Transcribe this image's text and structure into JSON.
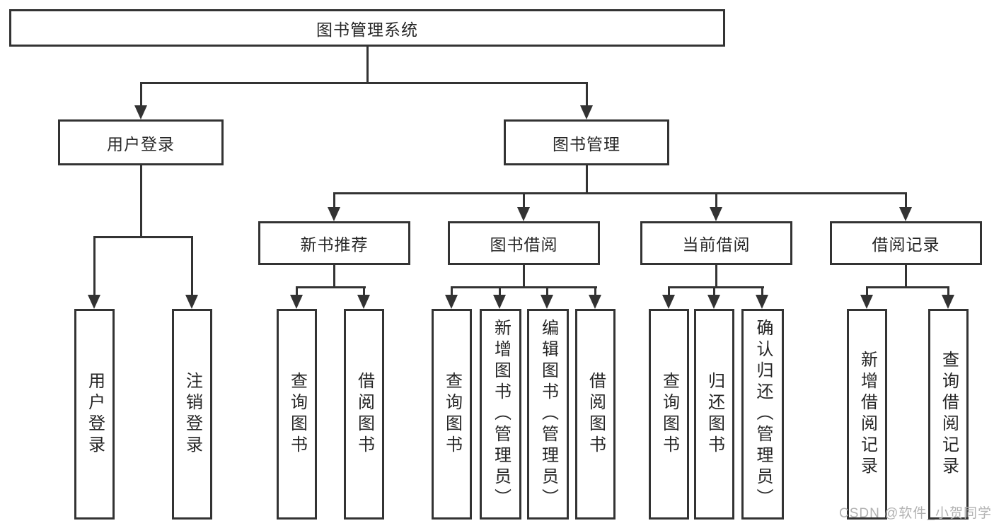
{
  "colors": {
    "line": "#333333",
    "box_border": "#333333",
    "box_fill": "#ffffff",
    "text": "#262626",
    "watermark": "#b2b2b2"
  },
  "diagram": {
    "root": {
      "label": "图书管理系统"
    },
    "branches": [
      {
        "label": "用户登录",
        "children": [
          {
            "label": "用户登录"
          },
          {
            "label": "注销登录"
          }
        ]
      },
      {
        "label": "图书管理",
        "children": [
          {
            "label": "新书推荐",
            "children": [
              {
                "label": "查询图书"
              },
              {
                "label": "借阅图书"
              }
            ]
          },
          {
            "label": "图书借阅",
            "children": [
              {
                "label": "查询图书"
              },
              {
                "label": "新增图书（管理员）"
              },
              {
                "label": "编辑图书（管理员）"
              },
              {
                "label": "借阅图书"
              }
            ]
          },
          {
            "label": "当前借阅",
            "children": [
              {
                "label": "查询图书"
              },
              {
                "label": "归还图书"
              },
              {
                "label": "确认归还（管理员）"
              }
            ]
          },
          {
            "label": "借阅记录",
            "children": [
              {
                "label": "新增借阅记录"
              },
              {
                "label": "查询借阅记录"
              }
            ]
          }
        ]
      }
    ]
  },
  "watermark": {
    "text": "CSDN @软件_小贺同学"
  }
}
